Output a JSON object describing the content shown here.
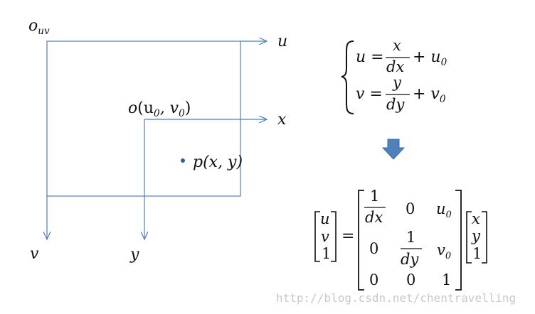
{
  "diagram": {
    "labels": {
      "o_uv": {
        "base": "o",
        "sub": "uv"
      },
      "u_axis": "u",
      "v_axis": "v",
      "o_point": {
        "base": "o",
        "args": "(u",
        "sub0": "0",
        "mid": ", v",
        "sub1": "0",
        "end": ")"
      },
      "x_axis": "x",
      "y_axis": "y",
      "p_point": "p(x, y)"
    },
    "equations": {
      "u_lhs": "u =",
      "u_num": "x",
      "u_den": "dx",
      "u_tail": "+ u",
      "u_tail_sub": "0",
      "v_lhs": "v =",
      "v_num": "y",
      "v_den": "dy",
      "v_tail": "+ v",
      "v_tail_sub": "0"
    },
    "matrix": {
      "lhs_vec": [
        "u",
        "v",
        "1"
      ],
      "equals": "=",
      "m11_num": "1",
      "m11_den": "dx",
      "m12": "0",
      "m13": "u",
      "m13_sub": "0",
      "m21": "0",
      "m22_num": "1",
      "m22_den": "dy",
      "m23": "v",
      "m23_sub": "0",
      "m31": "0",
      "m32": "0",
      "m33": "1",
      "rhs_vec": [
        "x",
        "y",
        "1"
      ]
    },
    "watermark": "http://blog.csdn.net/chentravelling",
    "colors": {
      "axis": "#4a7ebb",
      "arrow": "#4f81bd",
      "text": "#111111"
    }
  }
}
